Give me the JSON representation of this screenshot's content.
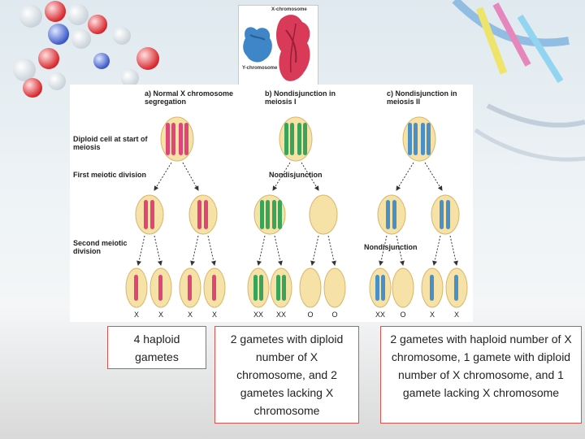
{
  "inset": {
    "x_label": "X-chromosome",
    "y_label": "Y-chromosome"
  },
  "diagram": {
    "col_a": "a) Normal X chromosome segregation",
    "col_b": "b) Nondisjunction in meiosis I",
    "col_c": "c) Nondisjunction in meiosis II",
    "row_diploid": "Diploid cell at start of meiosis",
    "row_first": "First meiotic division",
    "row_second": "Second meiotic division",
    "nondisjunction_b": "Nondisjunction",
    "nondisjunction_c": "Nondisjunction",
    "gametes": [
      "X",
      "X",
      "X",
      "X",
      "XX",
      "XX",
      "O",
      "O",
      "XX",
      "O",
      "X",
      "X"
    ]
  },
  "captions": {
    "a": "4 haploid gametes",
    "b": "2 gametes with diploid number of X chromosome, and 2 gametes lacking X chromosome",
    "c": "2 gametes with haploid number of X chromosome, 1 gamete with diploid number of X chromosome, and 1 gamete lacking X chromosome"
  },
  "colors": {
    "pink_chromosome": "#e0457a",
    "blue_chromosome": "#4a90c8",
    "green_chromosome": "#3aa55a",
    "cell_fill": "#f6e2a6",
    "caption_border": "#d9534f"
  }
}
